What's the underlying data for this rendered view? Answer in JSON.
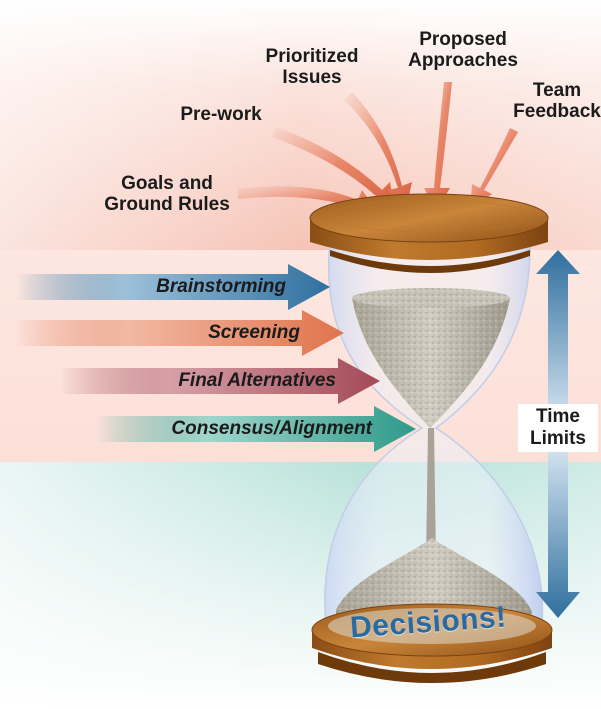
{
  "inputs": [
    {
      "line1": "Goals and",
      "line2": "Ground Rules"
    },
    {
      "line1": "Pre-work",
      "line2": ""
    },
    {
      "line1": "Prioritized",
      "line2": "Issues"
    },
    {
      "line1": "Proposed",
      "line2": "Approaches"
    },
    {
      "line1": "Team",
      "line2": "Feedback"
    }
  ],
  "stages": [
    {
      "label": "Brainstorming",
      "color": "#2f6f9e"
    },
    {
      "label": "Screening",
      "color": "#e0734c"
    },
    {
      "label": "Final Alternatives",
      "color": "#a34a56"
    },
    {
      "label": "Consensus/Alignment",
      "color": "#2e9a8a"
    }
  ],
  "time_limits": {
    "line1": "Time",
    "line2": "Limits"
  },
  "outcome": "Decisions!",
  "colors": {
    "top_band": "#f6c3b6",
    "bottom_band": "#7cc7b8",
    "wood": "#a8621f",
    "sand": "#b8b3a6",
    "time_arrow": "#2f6f9e",
    "input_arrow": "#e0734c"
  }
}
